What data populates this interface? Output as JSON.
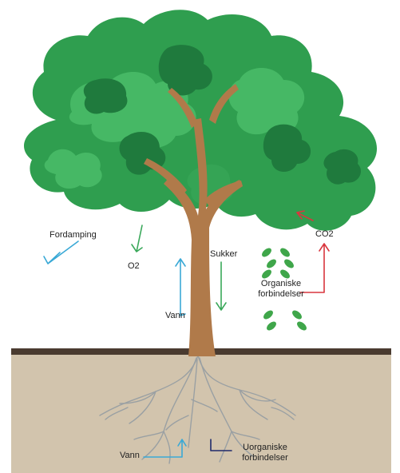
{
  "labels": {
    "evaporation": "Fordamping",
    "oxygen": "O2",
    "sugar": "Sukker",
    "water_up": "Vann",
    "co2": "CO2",
    "organic_line1": "Organiske",
    "organic_line2": "forbindelser",
    "water_roots": "Vann",
    "inorganic_line1": "Uorganiske",
    "inorganic_line2": "forbindelser"
  },
  "colors": {
    "canopy_dark": "#1f7a3d",
    "canopy_mid": "#2f9e4f",
    "canopy_light": "#46b865",
    "trunk": "#b07a4a",
    "soil": "#d2c4ad",
    "ground_line": "#4a3b30",
    "roots": "#9aa0a3",
    "arrow_blue": "#3aa9d6",
    "arrow_green": "#3aa85a",
    "arrow_red": "#d9363e",
    "arrow_navy": "#1f2a6b",
    "leaf_green": "#3fa64a"
  },
  "icons": {
    "leaf": "leaf-icon"
  }
}
